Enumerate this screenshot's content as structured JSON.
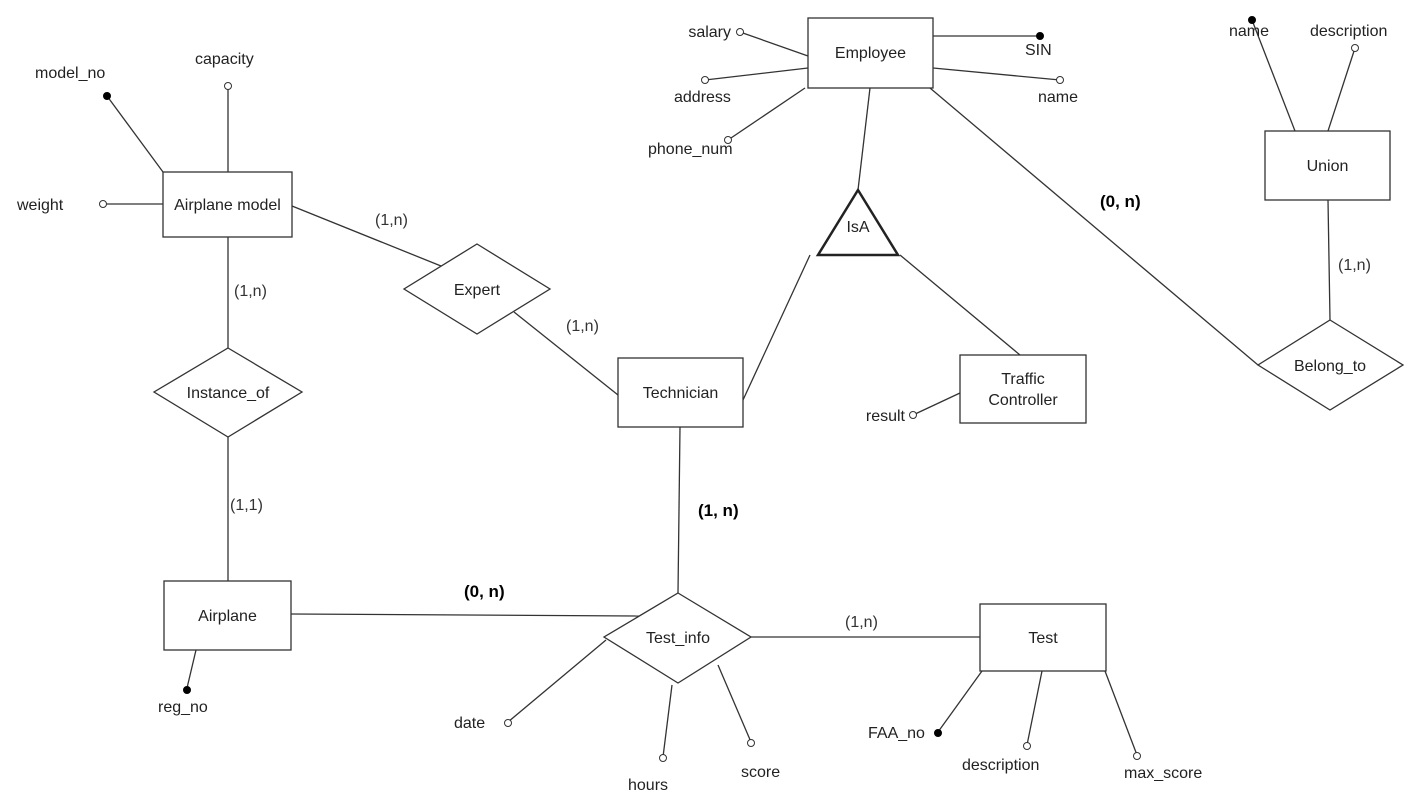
{
  "entities": {
    "employee": "Employee",
    "union": "Union",
    "airplane_model": "Airplane model",
    "technician": "Technician",
    "traffic_controller": [
      "Traffic",
      "Controller"
    ],
    "airplane": "Airplane",
    "test": "Test"
  },
  "relationships": {
    "expert": "Expert",
    "instance_of": "Instance_of",
    "belong_to": "Belong_to",
    "test_info": "Test_info",
    "isa": "IsA"
  },
  "attributes": {
    "employee": {
      "salary": "salary",
      "sin": "SIN",
      "address": "address",
      "name": "name",
      "phone_num": "phone_num"
    },
    "union": {
      "name": "name",
      "description": "description"
    },
    "airplane_model": {
      "model_no": "model_no",
      "capacity": "capacity",
      "weight": "weight"
    },
    "airplane": {
      "reg_no": "reg_no"
    },
    "traffic_controller": {
      "result": "result"
    },
    "test_info": {
      "date": "date",
      "hours": "hours",
      "score": "score"
    },
    "test": {
      "faa_no": "FAA_no",
      "description": "description",
      "max_score": "max_score"
    }
  },
  "cardinalities": {
    "employee_belong_to": "(0, n)",
    "union_belong_to": "(1,n)",
    "model_expert": "(1,n)",
    "technician_expert": "(1,n)",
    "model_instance_of": "(1,n)",
    "airplane_instance_of": "(1,1)",
    "technician_test_info": "(1, n)",
    "airplane_test_info": "(0, n)",
    "test_test_info": "(1,n)"
  }
}
